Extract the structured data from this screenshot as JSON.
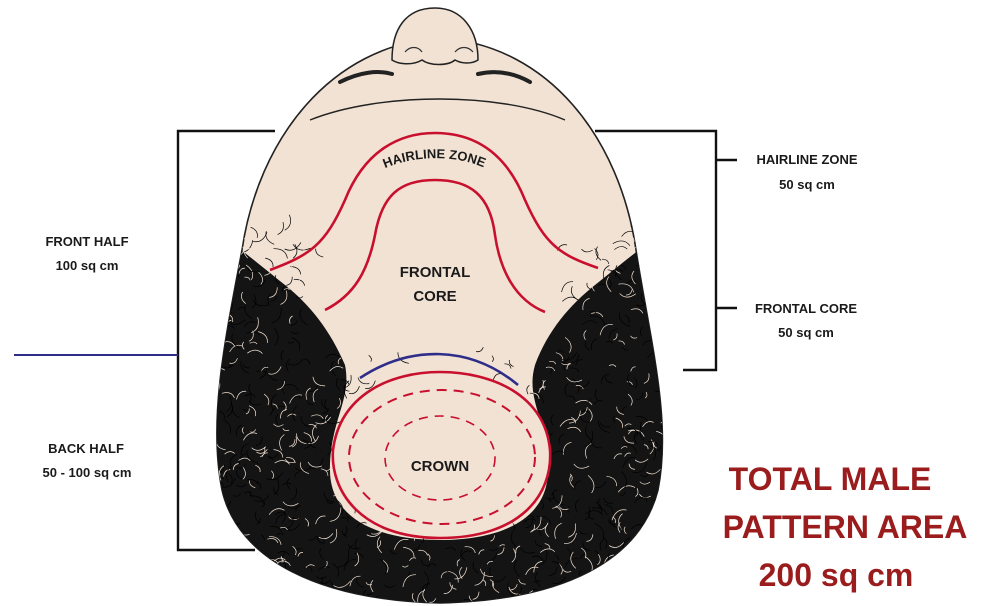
{
  "labels": {
    "hairline_arc": "HAIRLINE ZONE",
    "frontal_core_line1": "FRONTAL",
    "frontal_core_line2": "CORE",
    "crown": "CROWN"
  },
  "left_annotations": {
    "front_half_title": "FRONT HALF",
    "front_half_area": "100 sq cm",
    "back_half_title": "BACK HALF",
    "back_half_area": "50 - 100 sq cm"
  },
  "right_annotations": {
    "hairline_title": "HAIRLINE ZONE",
    "hairline_area": "50 sq cm",
    "frontal_title": "FRONTAL CORE",
    "frontal_area": "50 sq cm"
  },
  "total": {
    "line1": "TOTAL MALE",
    "line2": "PATTERN AREA",
    "line3": "200 sq cm"
  },
  "colors": {
    "skin": "#f2e2d4",
    "hair": "#111111",
    "zone_line": "#c8102e",
    "divider": "#2e2e8a",
    "total_text": "#9b1c1c"
  }
}
